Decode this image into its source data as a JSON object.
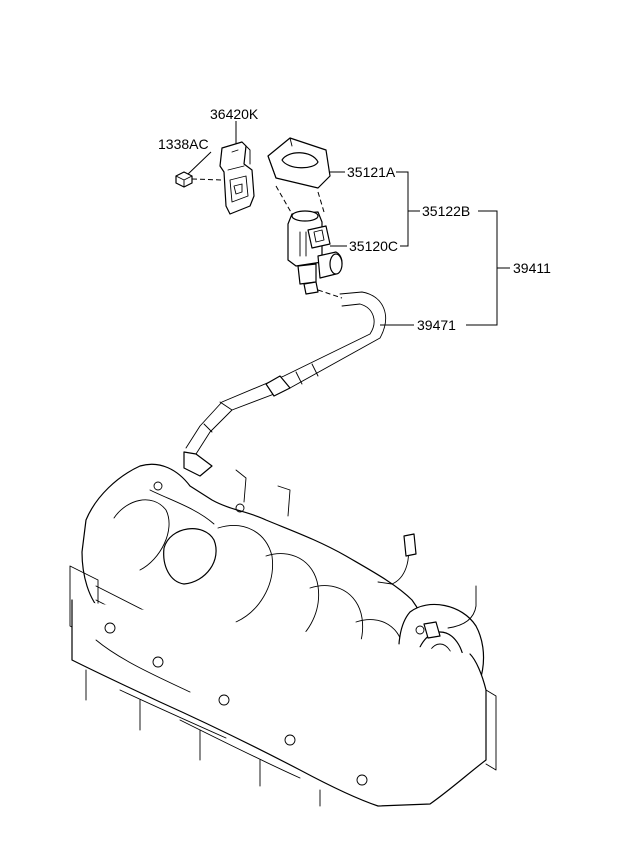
{
  "parts": {
    "bracket": "36420K",
    "bolt": "1338AC",
    "cover": "35121A",
    "valve_assy": "35122B",
    "solenoid_valve": "35120C",
    "hose_assy": "39411",
    "hose": "39471"
  }
}
